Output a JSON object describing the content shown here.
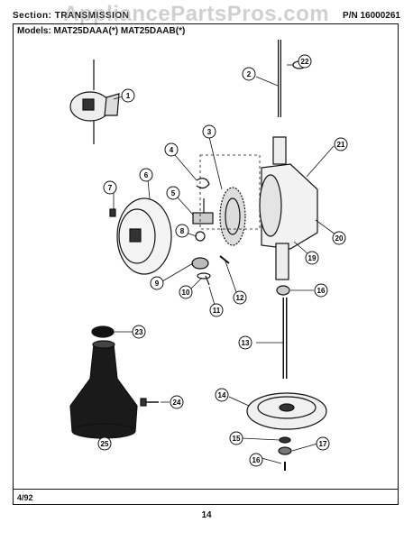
{
  "header": {
    "section_label": "Section: TRANSMISSION",
    "part_number": "P/N 16000261",
    "watermark": "AppliancePartsPros.com"
  },
  "models_line": "Models:  MAT25DAAA(*)   MAT25DAAB(*)",
  "date": "4/92",
  "page_number": "14",
  "callouts": [
    "1",
    "2",
    "3",
    "4",
    "5",
    "6",
    "7",
    "8",
    "9",
    "10",
    "11",
    "12",
    "13",
    "14",
    "15",
    "16",
    "17",
    "19",
    "20",
    "21",
    "22",
    "23",
    "24",
    "25",
    "16"
  ]
}
